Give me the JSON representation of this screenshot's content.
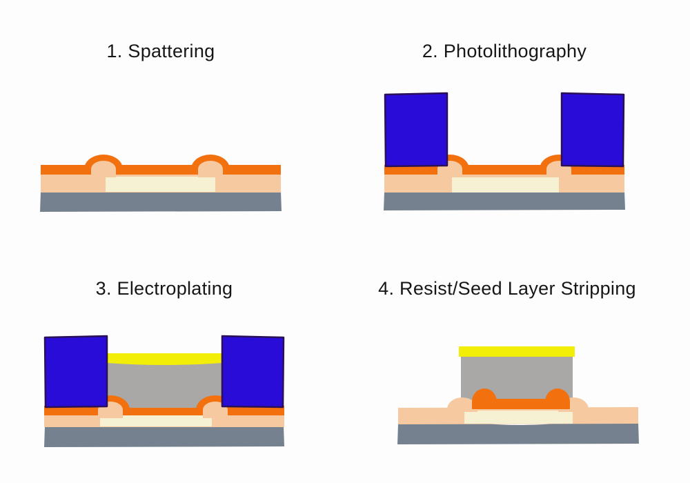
{
  "colors": {
    "background": "#fdfdfd",
    "title_text": "#161616",
    "substrate": "#75818e",
    "dielectric": "#f7c9a0",
    "opening": "#f7f1d3",
    "seed": "#f3700e",
    "resist": "#2a0cd9",
    "resist_border": "#2a1058",
    "plated_metal": "#a9a8a6",
    "cap_metal": "#f2ee08"
  },
  "steps": [
    {
      "title": "1. Spattering"
    },
    {
      "title": "2. Photolithography"
    },
    {
      "title": "3. Electroplating"
    },
    {
      "title": "4. Resist/Seed Layer Stripping"
    }
  ]
}
